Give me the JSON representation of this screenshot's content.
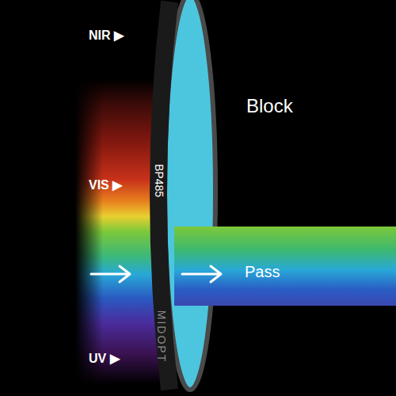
{
  "diagram": {
    "labels": [
      "NIR ▶",
      "VIS ▶",
      "UV ▶",
      "Block",
      "Pass",
      "BP485",
      "MIDOPT"
    ]
  }
}
